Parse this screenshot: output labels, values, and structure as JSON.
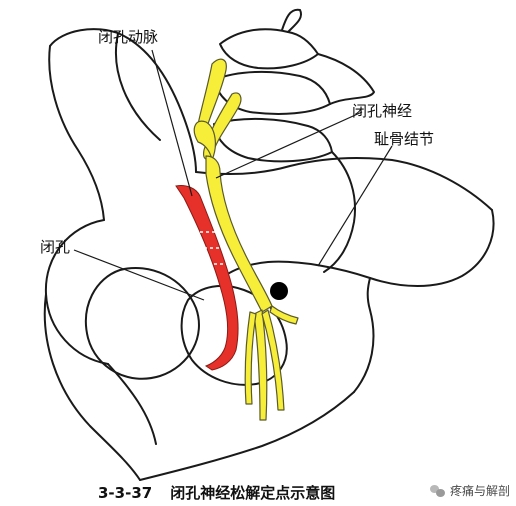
{
  "labels": {
    "obturator_artery": "闭孔动脉",
    "obturator_nerve": "闭孔神经",
    "pubic_tubercle": "耻骨结节",
    "obturator_foramen": "闭孔"
  },
  "caption": {
    "figure_number": "3-3-37",
    "title": "闭孔神经松解定点示意图"
  },
  "watermark": {
    "text": "疼痛与解剖",
    "icon": "wechat-icon"
  },
  "colors": {
    "outline": "#1a1a1a",
    "nerve_fill": "#f7ee3a",
    "nerve_stroke": "#5a5a2a",
    "artery_fill": "#e6302a",
    "marker": "#000000"
  }
}
